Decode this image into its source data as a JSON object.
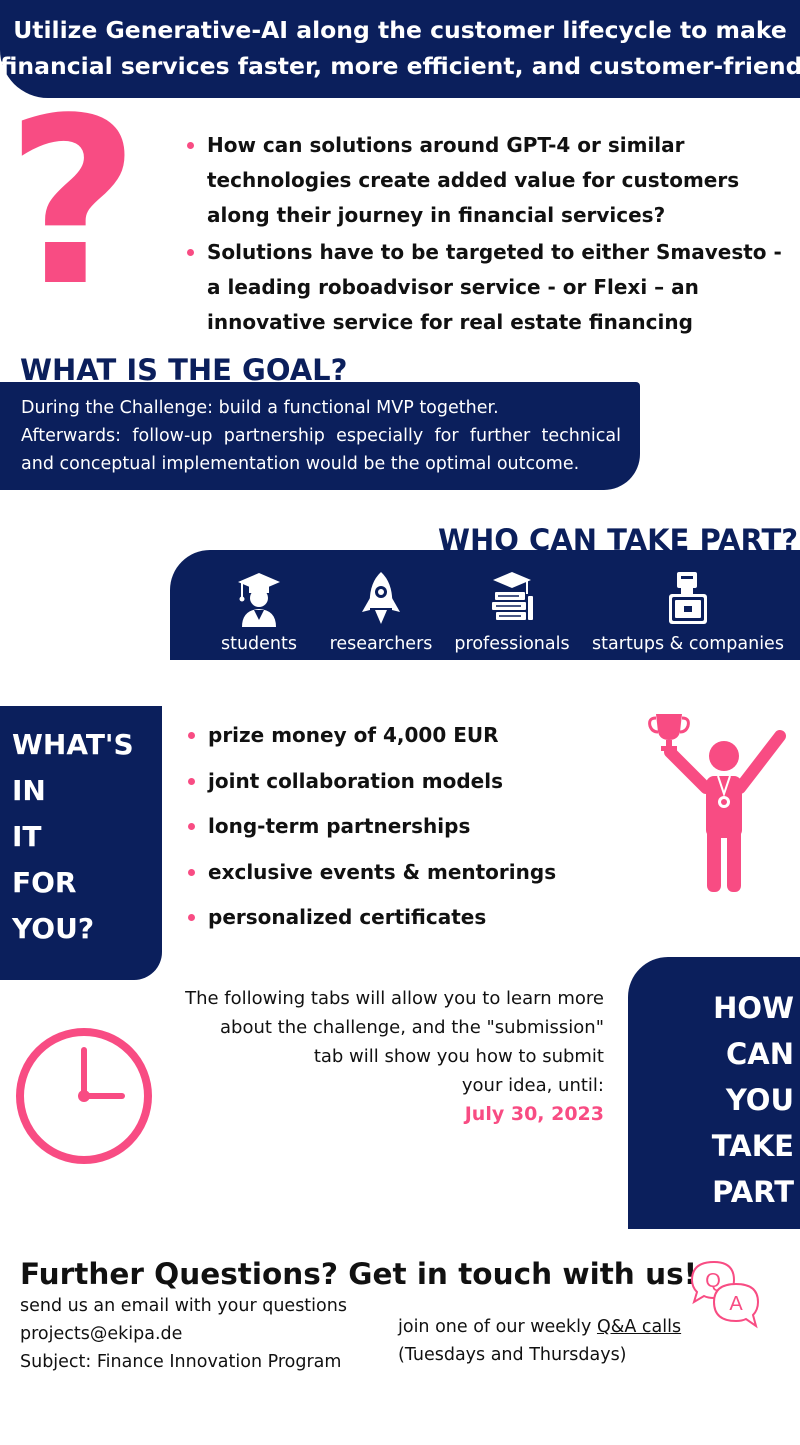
{
  "header": {
    "line1": "Utilize Generative-AI along the customer lifecycle to make",
    "line2": "financial services faster, more efficient, and customer-friendly."
  },
  "intro": {
    "question_mark": "?",
    "bullets": [
      "How can solutions around GPT-4 or similar technologies create added value for customers along their journey in financial services?",
      "Solutions have to be targeted to either Smavesto - a leading roboadvisor service - or Flexi – an innovative service for real estate financing"
    ]
  },
  "goal": {
    "title": "WHAT IS THE GOAL?",
    "line1": "During the Challenge: build a functional MVP together.",
    "line2": "Afterwards: follow-up partnership especially for further technical",
    "line3": "and conceptual implementation would be the optimal outcome."
  },
  "who": {
    "title": "WHO CAN TAKE PART?",
    "groups": [
      {
        "label": "students",
        "icon": "graduate-icon"
      },
      {
        "label": "researchers",
        "icon": "rocket-icon"
      },
      {
        "label": "professionals",
        "icon": "books-icon"
      },
      {
        "label": "startups & companies",
        "icon": "briefcase-icon"
      }
    ]
  },
  "benefits": {
    "title_lines": [
      "WHAT'S",
      "IN",
      "IT",
      "FOR",
      "YOU?"
    ],
    "items": [
      "prize money of 4,000 EUR",
      "joint collaboration models",
      "long-term partnerships",
      "exclusive events & mentorings",
      "personalized certificates"
    ]
  },
  "how": {
    "title_lines": [
      "HOW",
      "CAN",
      "YOU",
      "TAKE",
      "PART"
    ],
    "text_lines": [
      "The following tabs will allow you to learn more",
      "about the challenge, and the \"submission\"",
      "tab will show you how to submit",
      "your idea, until:"
    ],
    "deadline": "July 30, 2023"
  },
  "contact": {
    "title": "Further Questions? Get in touch with us!",
    "email_intro": "send us an email with your questions",
    "email": "projects@ekipa.de",
    "subject": "Subject: Finance Innovation Program",
    "call_prefix": "join one of our weekly ",
    "call_link": "Q&A calls",
    "call_days": "(Tuesdays and Thursdays)",
    "qa_q": "Q",
    "qa_a": "A"
  },
  "colors": {
    "navy": "#0b1f5c",
    "pink": "#f84c83"
  }
}
